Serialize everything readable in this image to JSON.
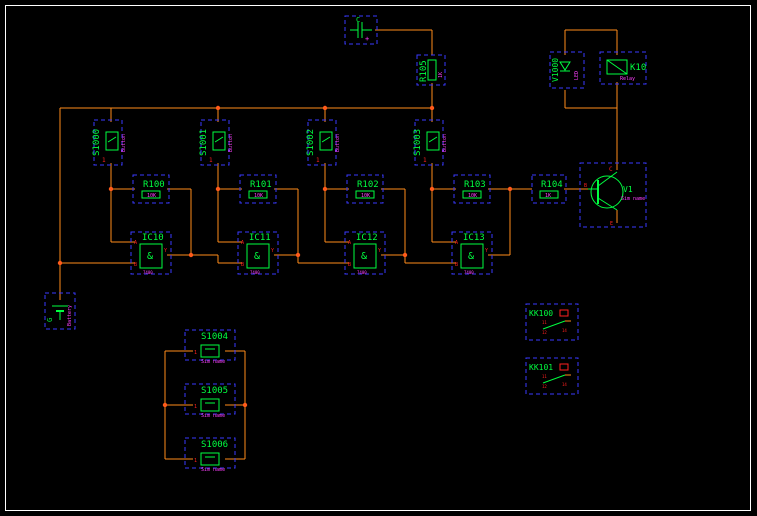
{
  "schematic": {
    "colors": {
      "background": "#000000",
      "frame": "#ffffff",
      "wire": "#ff8c1a",
      "junction": "#ff5a1a",
      "symbol": "#00ff40",
      "selection_box": "#3a3aff",
      "label": "#00ff40",
      "sublabel": "#ff40ff",
      "pin": "#ff2020"
    },
    "battery": {
      "ref": "G",
      "sub": "Battery"
    },
    "switches": [
      {
        "ref": "S1000",
        "sub": "Button",
        "pin": "1"
      },
      {
        "ref": "S1001",
        "sub": "Button",
        "pin": "1"
      },
      {
        "ref": "S1002",
        "sub": "Button",
        "pin": "1"
      },
      {
        "ref": "S1003",
        "sub": "Button",
        "pin": "1"
      }
    ],
    "resistors": [
      {
        "ref": "R100",
        "sub": "10K"
      },
      {
        "ref": "R101",
        "sub": "10K"
      },
      {
        "ref": "R102",
        "sub": "10K"
      },
      {
        "ref": "R103",
        "sub": "10K"
      },
      {
        "ref": "R104",
        "sub": "1K"
      },
      {
        "ref": "R105",
        "sub": "1K"
      }
    ],
    "gates": [
      {
        "ref": "IC10",
        "symbol": "&",
        "pin_a": "A",
        "pin_b": "B",
        "pin_y": "Y",
        "sub": "7400"
      },
      {
        "ref": "IC11",
        "symbol": "&",
        "pin_a": "A",
        "pin_b": "B",
        "pin_y": "Y",
        "sub": "7400"
      },
      {
        "ref": "IC12",
        "symbol": "&",
        "pin_a": "A",
        "pin_b": "B",
        "pin_y": "Y",
        "sub": "7400"
      },
      {
        "ref": "IC13",
        "symbol": "&",
        "pin_a": "A",
        "pin_b": "B",
        "pin_y": "Y",
        "sub": "7400"
      }
    ],
    "capacitor": {
      "ref": "C",
      "sub": "+"
    },
    "transistor": {
      "ref": "V1",
      "sub": "Sim name",
      "pin_b": "B",
      "pin_c": "C",
      "pin_e": "E"
    },
    "led": {
      "ref": "V1000",
      "sub": "LED"
    },
    "relay": {
      "ref": "K10",
      "sub": "Relay"
    },
    "contacts": [
      {
        "ref": "KK100",
        "pin_a": "11",
        "pin_b": "12",
        "pin_c": "14"
      },
      {
        "ref": "KK101",
        "pin_a": "11",
        "pin_b": "12",
        "pin_c": "14"
      }
    ],
    "spare_switches": [
      {
        "ref": "S1004",
        "sub": "Sim name",
        "pin": "1"
      },
      {
        "ref": "S1005",
        "sub": "Sim name",
        "pin": "1"
      },
      {
        "ref": "S1006",
        "sub": "Sim name",
        "pin": "1"
      }
    ]
  }
}
